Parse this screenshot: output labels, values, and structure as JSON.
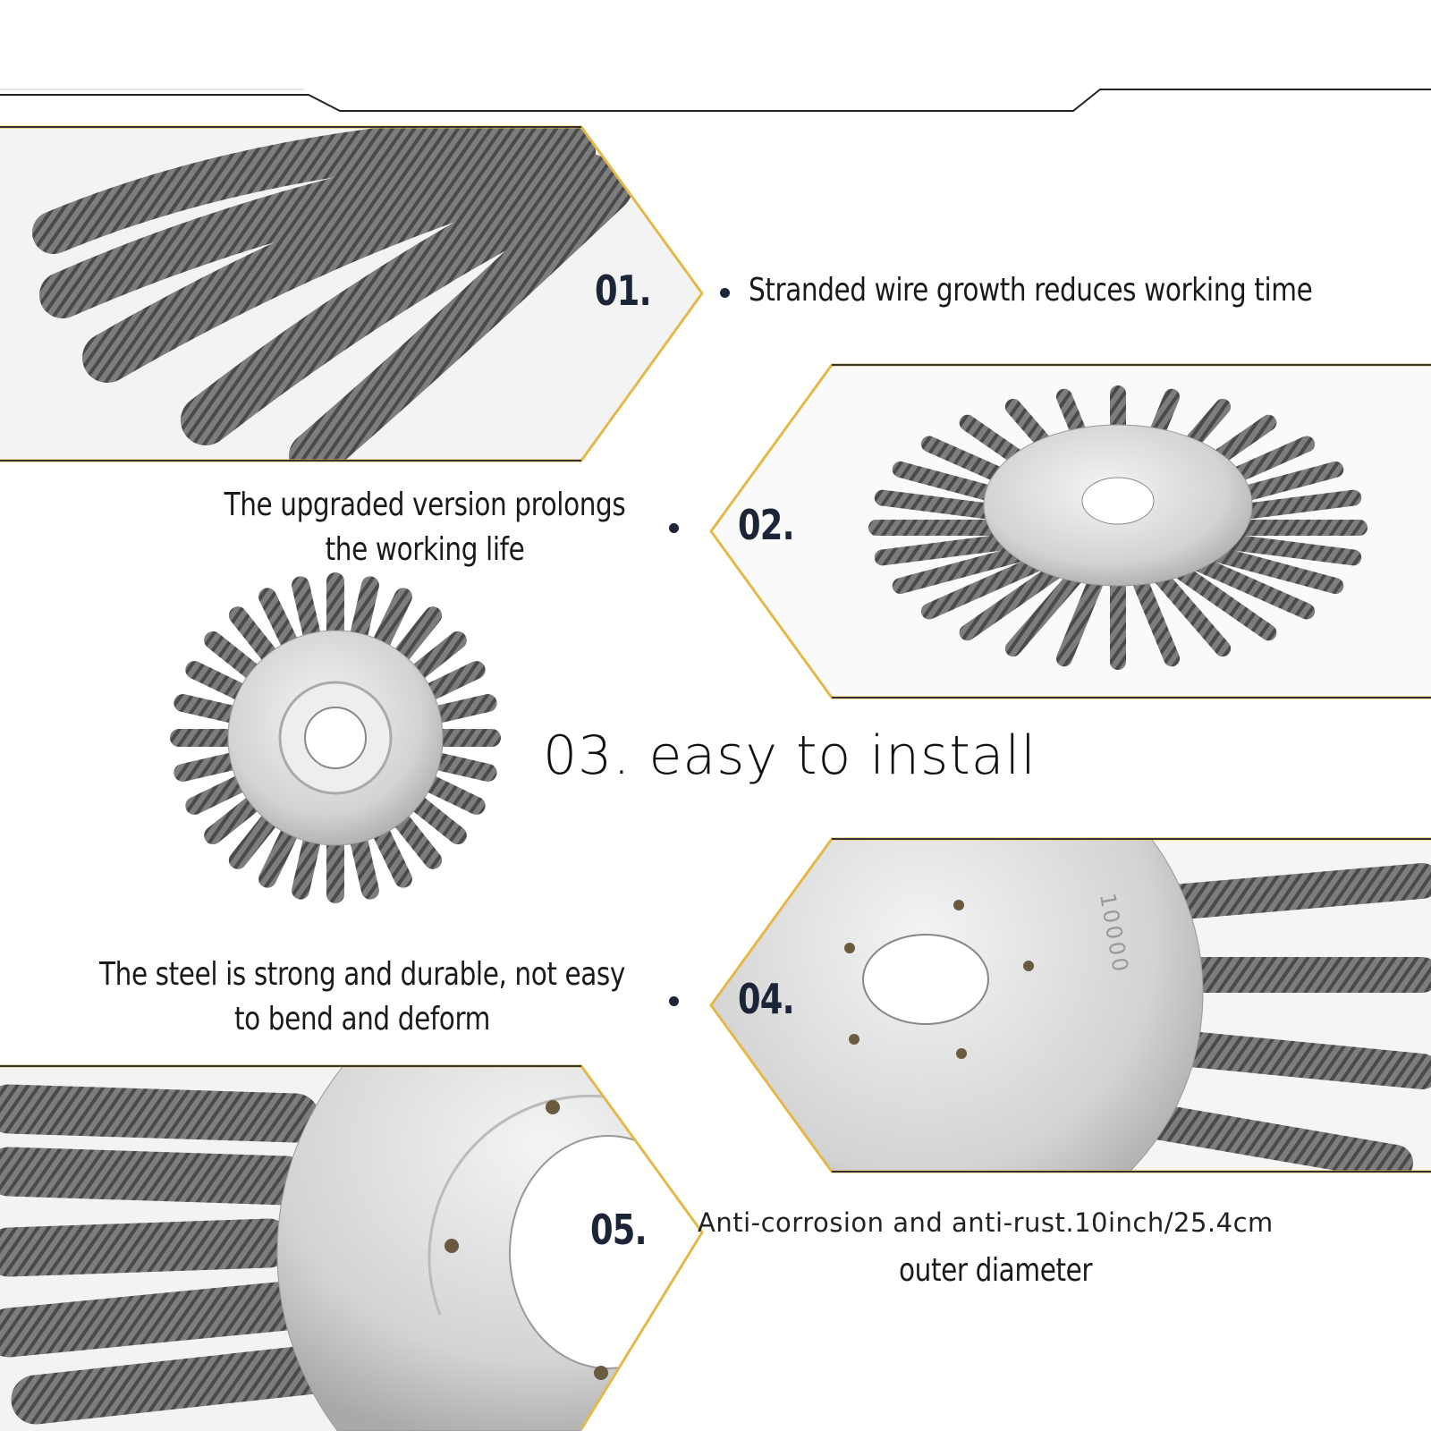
{
  "features": [
    {
      "number": "01.",
      "text": "Stranded wire growth reduces working time"
    },
    {
      "number": "02.",
      "lines": [
        "The upgraded version prolongs",
        "the working life"
      ]
    },
    {
      "number": "03.",
      "text": "easy to install"
    },
    {
      "number": "04.",
      "lines": [
        "The steel is strong and durable, not easy",
        "to bend and deform"
      ]
    },
    {
      "number": "05.",
      "lines": [
        "Anti-corrosion and anti-rust.10inch/25.4cm",
        "outer diameter"
      ]
    }
  ],
  "disc_marking": "10000",
  "colors": {
    "accent_gold": "#e6b84a",
    "number_navy": "#1c2538",
    "steel": "#8c8c8c"
  }
}
